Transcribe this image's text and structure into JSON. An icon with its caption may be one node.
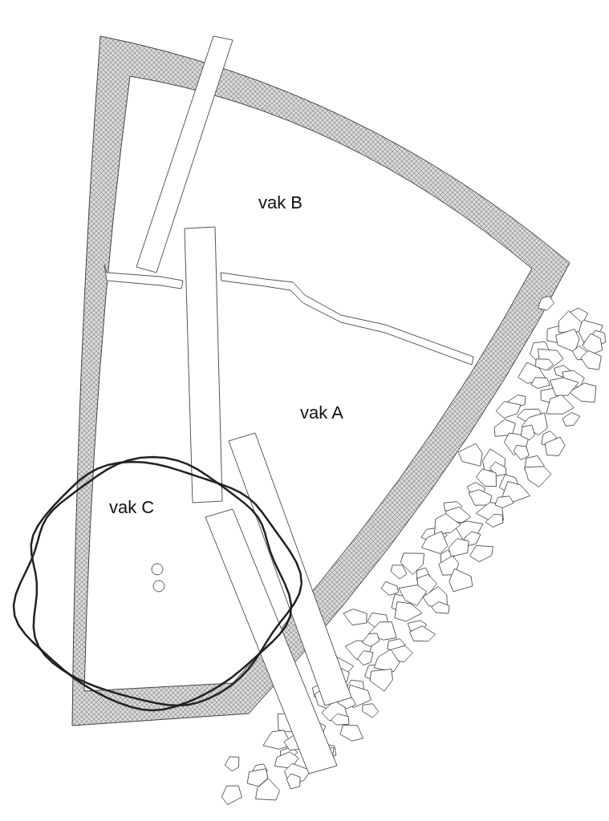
{
  "diagram": {
    "labels": [
      "vak B",
      "vak A",
      "vak C"
    ]
  }
}
